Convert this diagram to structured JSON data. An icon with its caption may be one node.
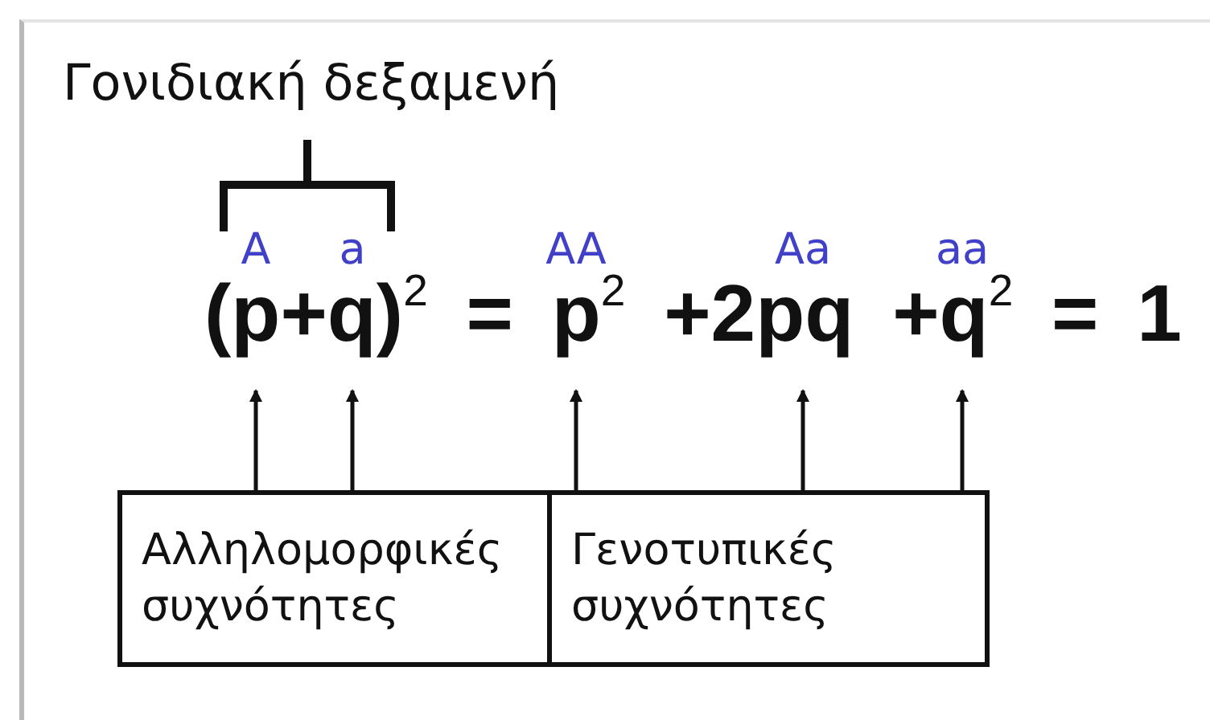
{
  "diagram": {
    "title": "Γονιδιακή δεξαμενή",
    "nodes": [
      {
        "text": [
          "Αλληλομορφικές συχνότητες"
        ]
      },
      {
        "text": [
          "Γενοτυπικές συχνότητες"
        ]
      }
    ],
    "edges": [
      {
        "from": 0,
        "to": null,
        "arrow": "to"
      },
      {
        "from": 0,
        "to": null,
        "arrow": "to"
      },
      {
        "from": 1,
        "to": null,
        "arrow": "to"
      },
      {
        "from": 1,
        "to": null,
        "arrow": "to"
      },
      {
        "from": 1,
        "to": null,
        "arrow": "to"
      }
    ],
    "labels": [
      "A",
      "a",
      "AA",
      "Aa",
      "aa",
      "(p+q)$^{2}$ = p$^{2}$ +2pq +q$^{2}$ = 1"
    ]
  }
}
